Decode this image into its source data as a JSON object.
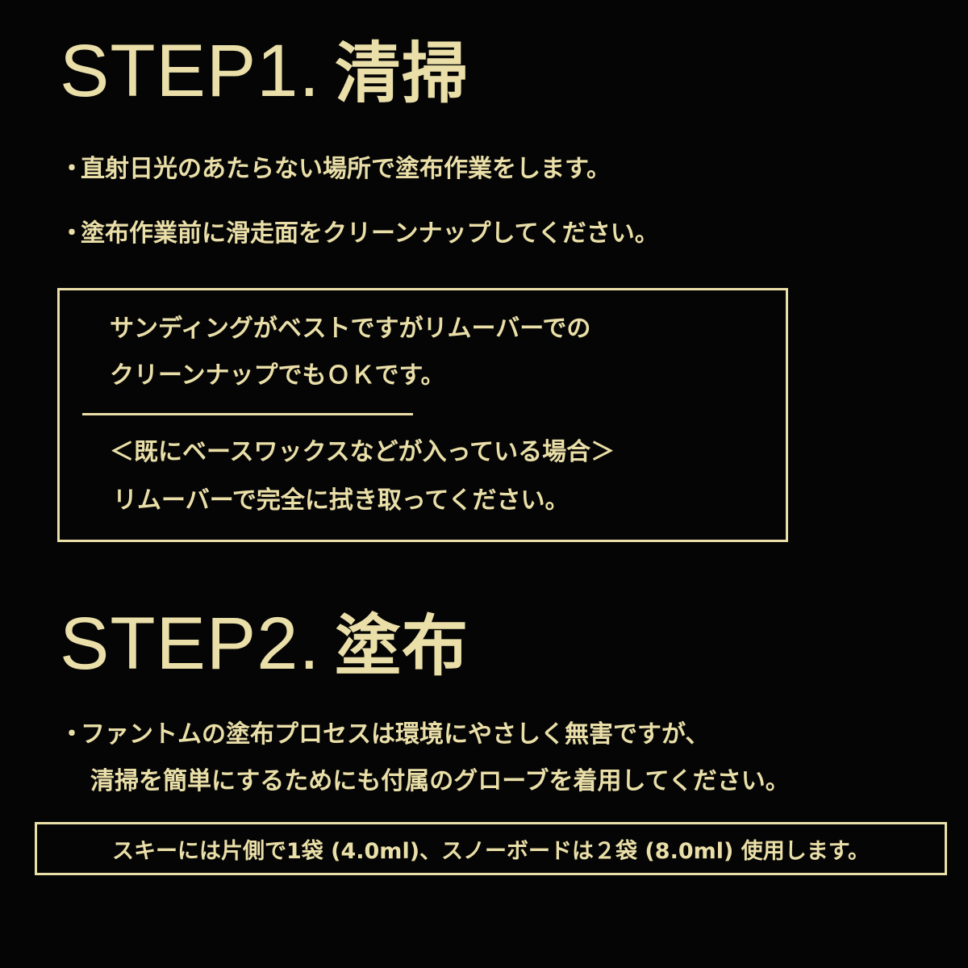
{
  "colors": {
    "background": "#050505",
    "text": "#EADFA8"
  },
  "step1": {
    "heading_step": "STEP1.",
    "heading_title": "清掃",
    "bullet_marker": "・",
    "bullets": [
      "直射日光のあたらない場所で塗布作業をします。",
      "塗布作業前に滑走面をクリーンナップしてください。"
    ],
    "note_box": {
      "lines_top": [
        "サンディングがベストですがリムーバーでの",
        "クリーンナップでもＯＫです。"
      ],
      "lines_bottom": [
        "＜既にベースワックスなどが入っている場合＞",
        "リムーバーで完全に拭き取ってください。"
      ]
    }
  },
  "step2": {
    "heading_step": "STEP2.",
    "heading_title": "塗布",
    "bullet_marker": "・",
    "bullet": {
      "line1": "ファントムの塗布プロセスは環境にやさしく無害ですが、",
      "line2": "清掃を簡単にするためにも付属のグローブを着用してください。"
    },
    "usage_box": "スキーには片側で1袋 (4.0ml)、スノーボードは２袋 (8.0ml) 使用します。"
  }
}
